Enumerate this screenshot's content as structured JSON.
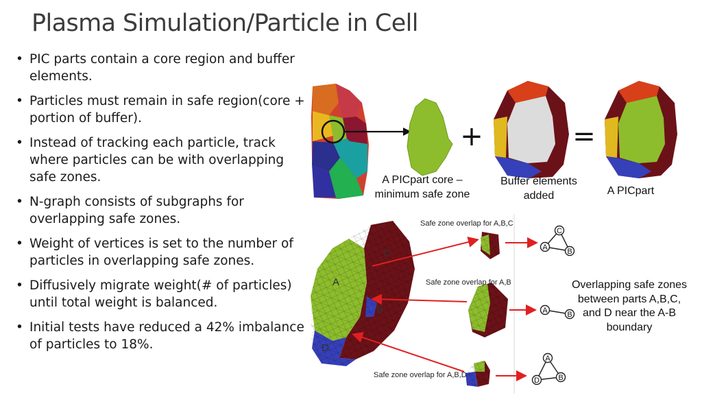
{
  "slide": {
    "title": "Plasma Simulation/Particle in Cell",
    "bullets": [
      "PIC parts contain a core region and buffer elements.",
      "Particles must remain in safe region(core + portion of buffer).",
      "Instead of tracking each particle, track where particles can be with overlapping safe zones.",
      "N-graph consists of subgraphs for overlapping safe zones.",
      "Weight of vertices is set to the number of particles in overlapping safe zones.",
      "Diffusively migrate weight(# of particles) until total weight is balanced.",
      "Initial tests have reduced a 42% imbalance of particles to 18%."
    ]
  },
  "top_figure": {
    "caption_core": [
      "A PICpart core –",
      "minimum safe zone"
    ],
    "caption_buffer": [
      "Buffer elements",
      "added"
    ],
    "caption_picpart": "A PICpart",
    "plus_symbol": "+",
    "equals_symbol": "="
  },
  "bottom_figure": {
    "region_labels": [
      "A",
      "B",
      "C",
      "D"
    ],
    "safe_zone_labels": [
      "Safe zone overlap for A,B,C",
      "Safe zone overlap for A,B",
      "Safe zone overlap for A,B,D"
    ],
    "graph_nodes": {
      "abc": [
        "C",
        "A",
        "B"
      ],
      "ab": [
        "A",
        "B"
      ],
      "abd": [
        "A",
        "D",
        "B"
      ]
    },
    "caption_lines": [
      "Overlapping safe zones",
      "between parts A,B,C,",
      "and D near the A-B",
      "boundary"
    ]
  },
  "colors": {
    "green": "#8dbd2c",
    "maroon": "#6b1218",
    "blue": "#3b3fb8",
    "arrow_red": "#e02020"
  }
}
